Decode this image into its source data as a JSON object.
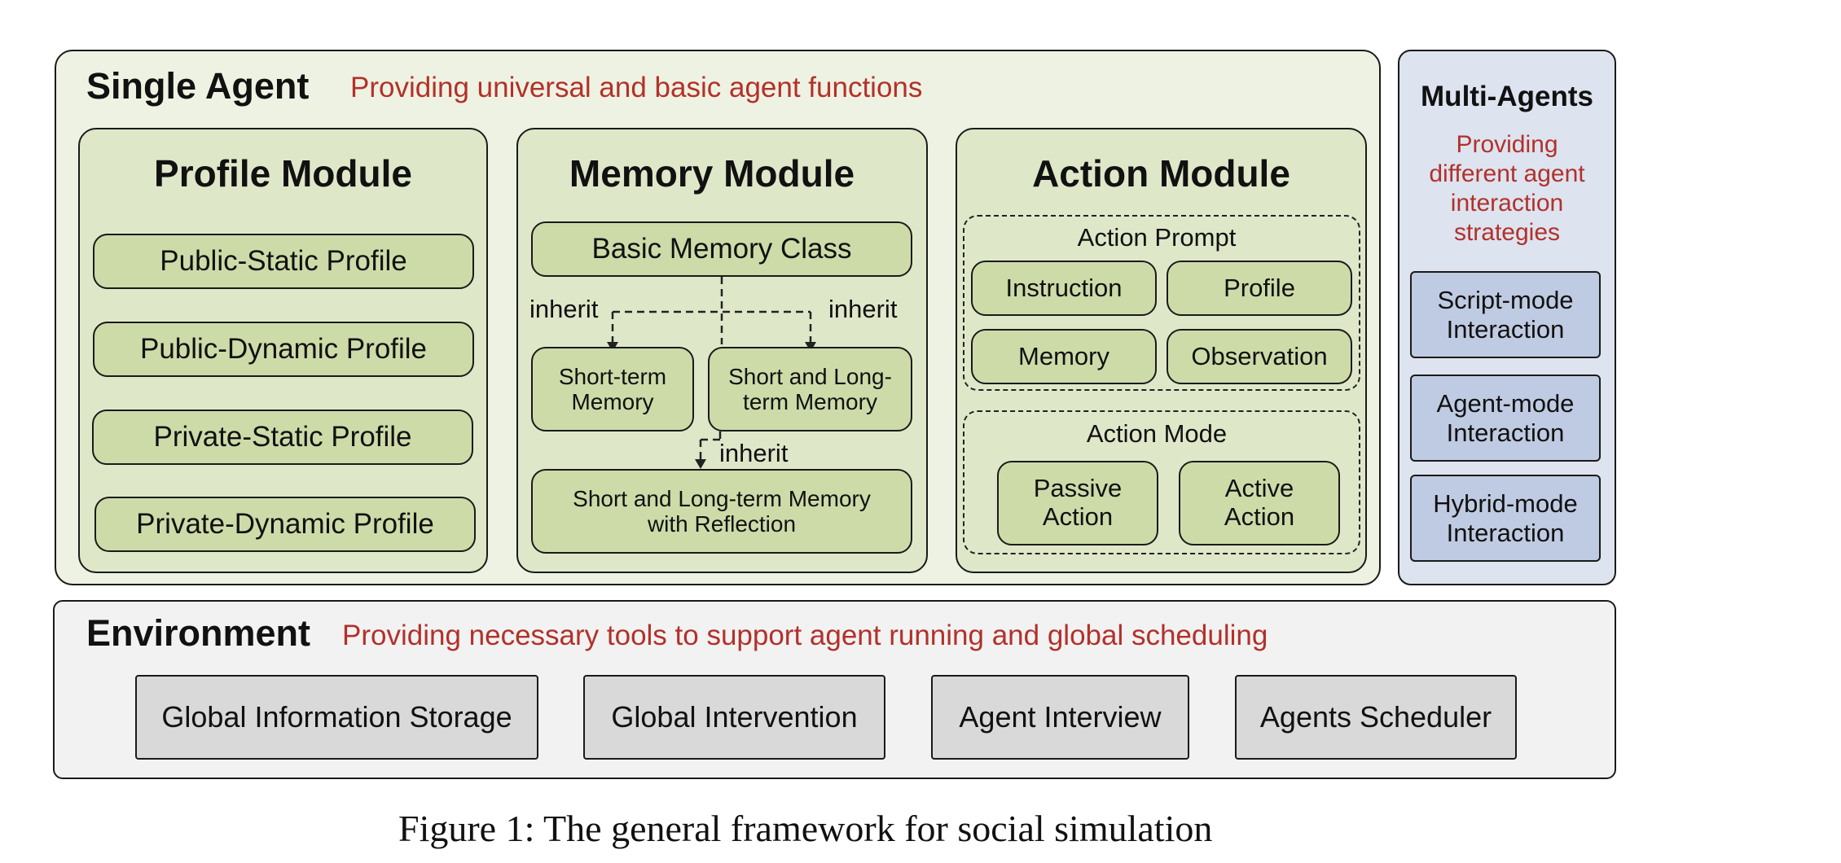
{
  "single_agent": {
    "title": "Single Agent",
    "subtitle": "Providing universal and basic agent functions",
    "profile_module": {
      "title": "Profile Module",
      "items": [
        "Public-Static Profile",
        "Public-Dynamic Profile",
        "Private-Static Profile",
        "Private-Dynamic Profile"
      ]
    },
    "memory_module": {
      "title": "Memory Module",
      "basic": "Basic Memory Class",
      "inherit_left": "inherit",
      "inherit_right": "inherit",
      "short_term": "Short-term Memory",
      "short_long": "Short and Long-term Memory",
      "inherit_bottom": "inherit",
      "reflection": "Short and Long-term Memory with Reflection"
    },
    "action_module": {
      "title": "Action Module",
      "prompt_title": "Action Prompt",
      "prompt_items": [
        "Instruction",
        "Profile",
        "Memory",
        "Observation"
      ],
      "mode_title": "Action Mode",
      "mode_items": [
        "Passive Action",
        "Active Action"
      ]
    }
  },
  "multi_agents": {
    "title": "Multi-Agents",
    "subtitle": "Providing different agent interaction strategies",
    "items": [
      "Script-mode Interaction",
      "Agent-mode Interaction",
      "Hybrid-mode Interaction"
    ]
  },
  "environment": {
    "title": "Environment",
    "subtitle": "Providing necessary tools to support agent running and global scheduling",
    "items": [
      "Global Information Storage",
      "Global Intervention",
      "Agent Interview",
      "Agents Scheduler"
    ]
  },
  "caption": "Figure 1: The general framework for social simulation",
  "colors": {
    "accent_red": "#b2312a",
    "green_panel": "#eef2e2",
    "green_box": "#cddba9",
    "blue_panel": "#dde3ef",
    "blue_box": "#bfcbe2",
    "gray_box": "#d9d9d9"
  }
}
